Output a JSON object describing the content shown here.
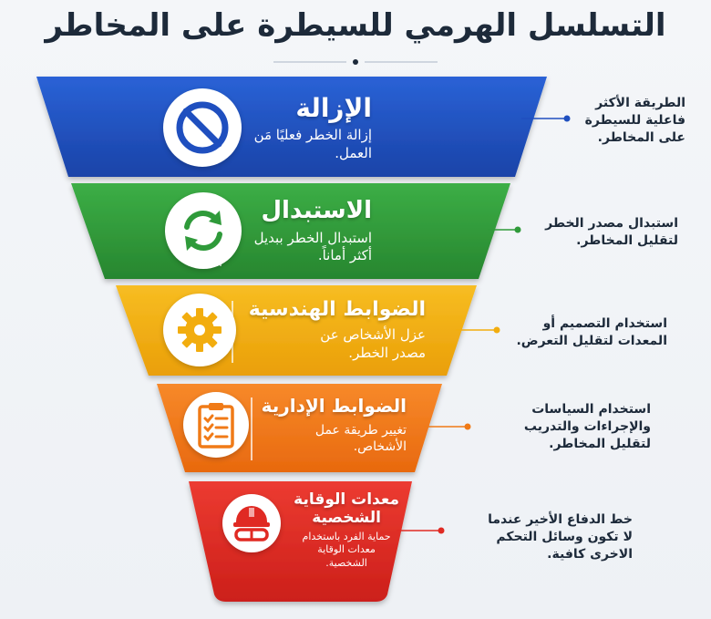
{
  "title": "التسلسل الهرمي للسيطرة على المخاطر",
  "colors": {
    "elimination": "#1f4fbf",
    "substitution": "#2f9a3a",
    "engineering": "#f2ad0f",
    "administrative": "#f07a17",
    "ppe": "#e02a23",
    "text_dark": "#1d2a3a"
  },
  "tiers": [
    {
      "title": "الإزالة",
      "desc_line1": "إزالة الخطر فعليًا مَن",
      "desc_line2": "العمل.",
      "icon": "prohibition-icon",
      "side_line1": "الطريقة الأكثر",
      "side_line2": "فاعلية للسيطرة",
      "side_line3": "على المخاطر."
    },
    {
      "title": "الاستبدال",
      "desc_line1": "استبدال الخطر ببديل",
      "desc_line2": "أكثر أماناً.",
      "icon": "refresh-arrows-icon",
      "side_line1": "استبدال مصدر الخطر",
      "side_line2": "لتقليل المخاطر."
    },
    {
      "title": "الضوابط الهندسية",
      "desc_line1": "عزل الأشخاص عن",
      "desc_line2": "مصدر الخطر.",
      "icon": "gear-icon",
      "side_line1": "استخدام التصميم أو",
      "side_line2": "المعدات لتقليل التعرض."
    },
    {
      "title": "الضوابط الإدارية",
      "desc_line1": "تغيير طريقة عمل",
      "desc_line2": "الأشخاص.",
      "icon": "clipboard-checklist-icon",
      "side_line1": "استخدام السياسات",
      "side_line2": "والإجراءات والتدريب",
      "side_line3": "لتقليل المخاطر."
    },
    {
      "title_line1": "معدات الوقاية",
      "title_line2": "الشخصية",
      "desc_line1": "حماية الفرد باستخدام",
      "desc_line2": "معدات الوقاية",
      "desc_line3": "الشخصية.",
      "icon": "hard-hat-goggles-icon",
      "side_line1": "خط الدفاع الأخير عندما",
      "side_line2": "لا تكون وسائل التحكم",
      "side_line3": "الاخرى كافية."
    }
  ]
}
